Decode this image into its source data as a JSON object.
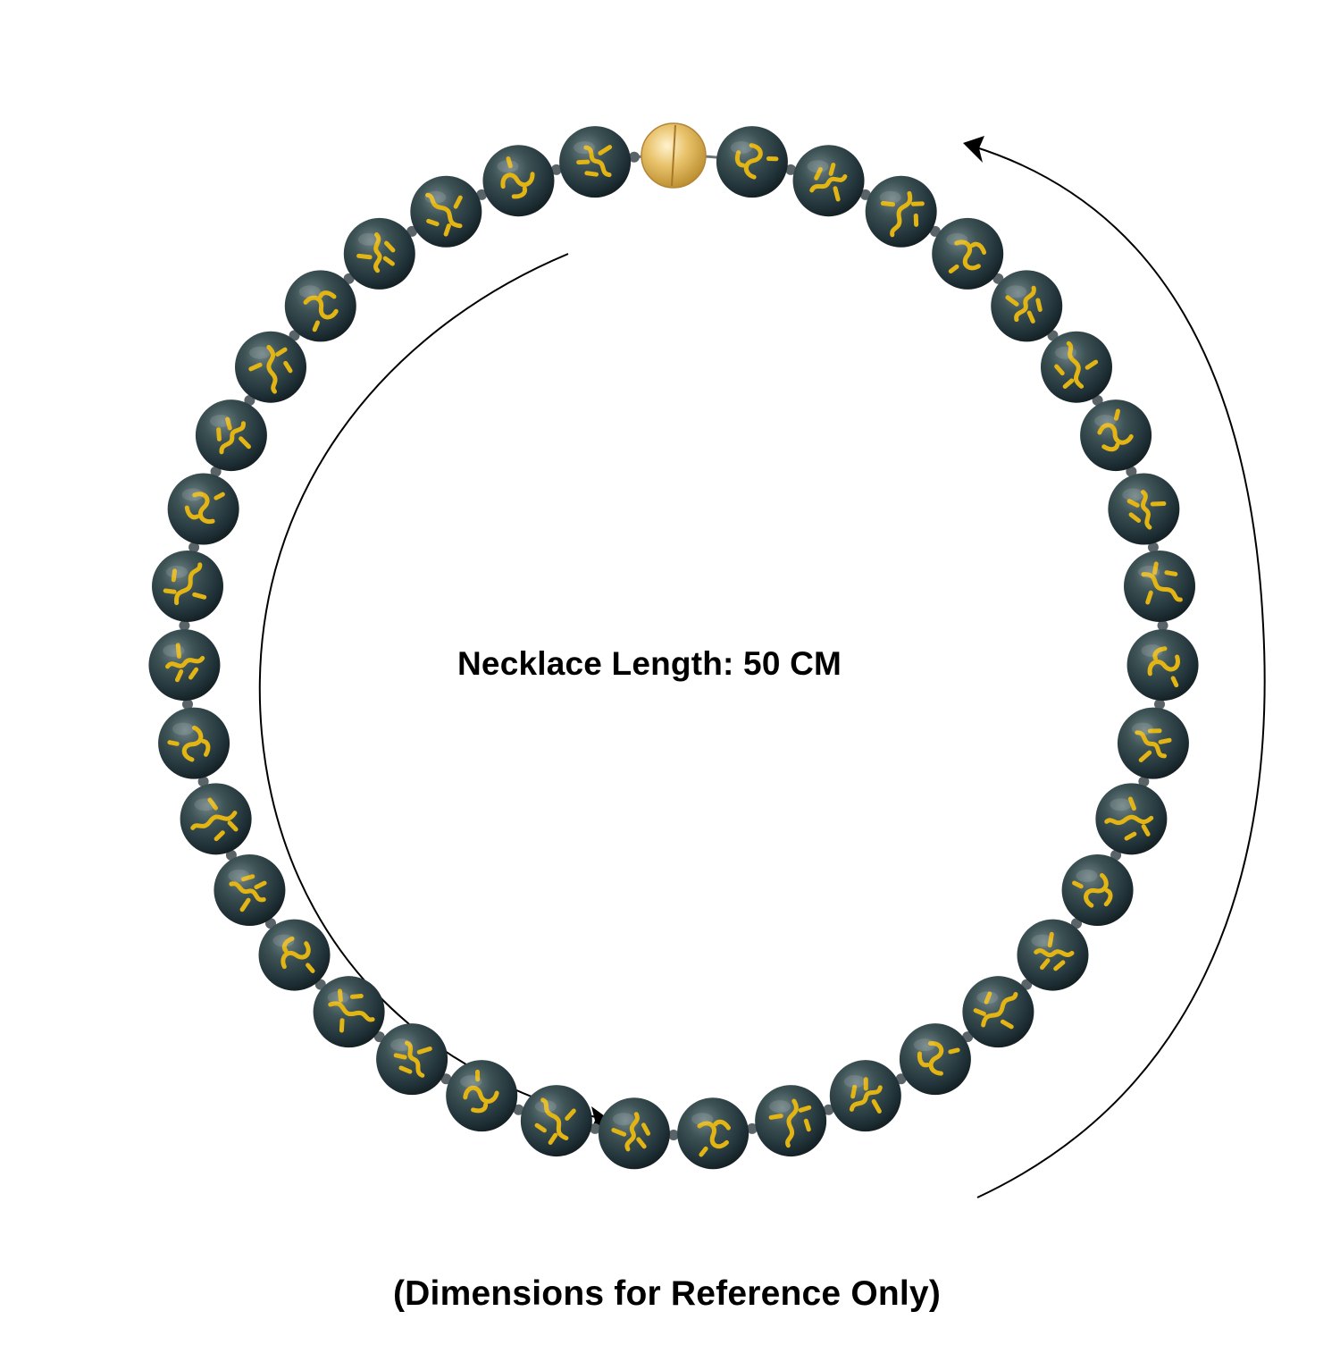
{
  "product_image": {
    "necklace_length_label": "Necklace Length: 50 CM",
    "reference_note": "(Dimensions for Reference Only)",
    "bead_count": 38,
    "colors": {
      "background": "#ffffff",
      "bead_dark": "#203238",
      "bead_mid": "#3e5356",
      "bead_highlight": "#6f8284",
      "gold_engraving": "#e2b414",
      "clasp_gold": "#e8c26a",
      "knot": "#5a6468",
      "arrow": "#000000",
      "text": "#000000"
    },
    "icons": [
      "beaded-necklace",
      "magnetic-clasp-icon",
      "measurement-arrow-icon"
    ]
  }
}
